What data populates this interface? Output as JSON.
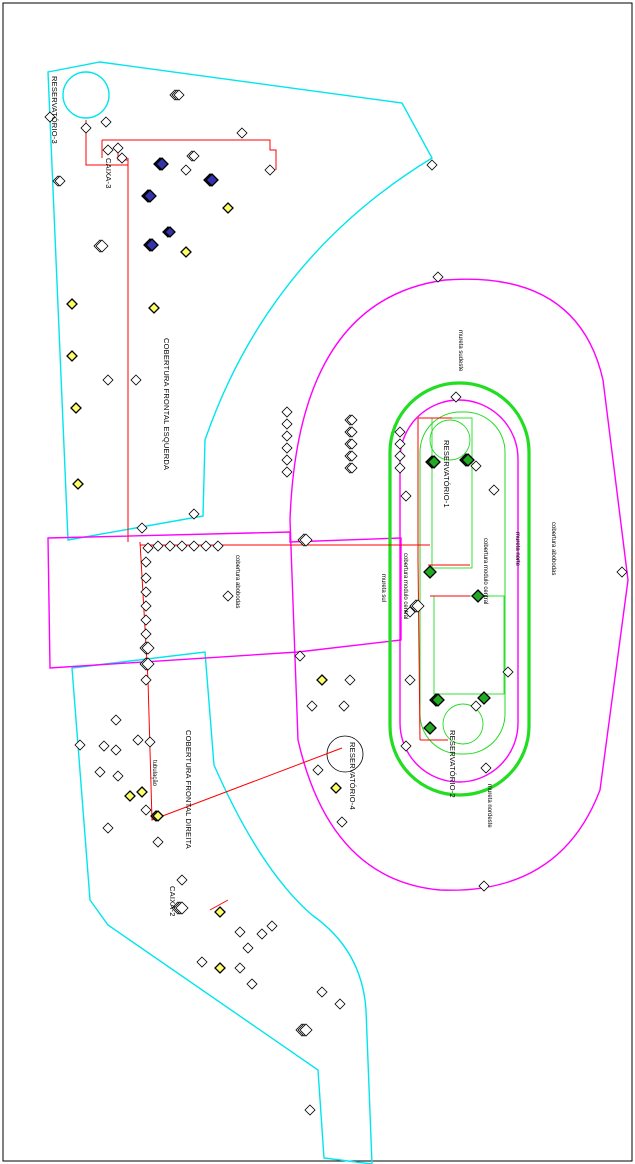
{
  "labels": {
    "reservatorio_1": "RESERVATÓRIO-1",
    "reservatorio_2": "RESERVATÓRIO-2",
    "reservatorio_3": "RESERVATÓRIO-3",
    "reservatorio_4": "RESERVATÓRIO-4",
    "caixa_2": "CAIXA-2",
    "caixa_3": "CAIXA-3",
    "cobertura_frontal_esquerda": "COBERTURA FRONTAL ESQUERDA",
    "cobertura_frontal_direita": "COBERTURA FRONTAL DIREITA",
    "cobertura_abobodas_1": "cobertura abobodas",
    "cobertura_abobodas_2": "cobertura abobodas",
    "cobertura_modulo_central_1": "cobertura modulo central",
    "cobertura_modulo_central_2": "cobertura modulo central",
    "tubulacao": "tubulação",
    "mureta_sudeste": "mureta sudeste",
    "mureta_norte": "mureta norte",
    "mureta_sul": "mureta sul",
    "mureta_nordeste": "mureta nordeste"
  },
  "colors": {
    "background": "#ffffff",
    "cobertura_frontal_outline": "#00e5ee",
    "abobodas_outline": "#ff00ff",
    "modulo_central_outline": "#22dd22",
    "reservatorio_circle": "#00e5ee",
    "pipe": "#ff0000",
    "marker_stroke": "#000000",
    "marker_fill_yellow": "#ffff66",
    "marker_fill_blue": "#3333aa",
    "marker_fill_green": "#22aa22"
  }
}
